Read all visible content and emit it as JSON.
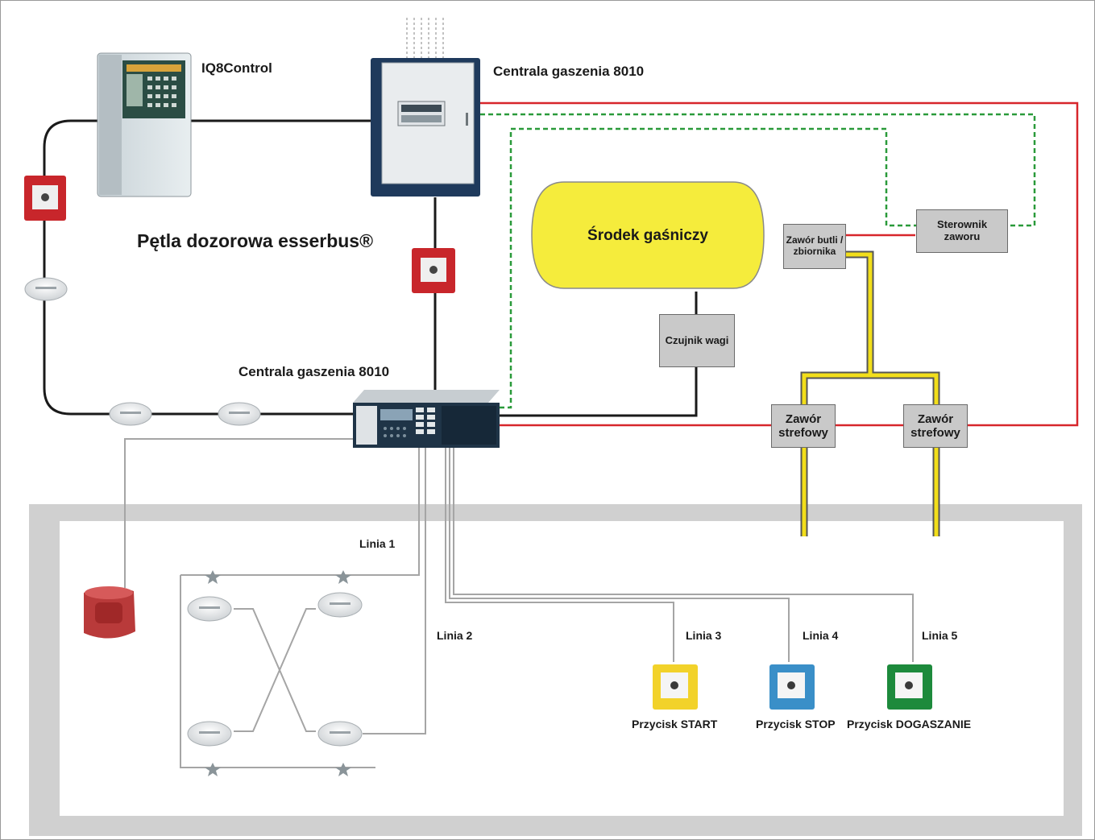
{
  "labels": {
    "iq8control": "IQ8Control",
    "centrala_top": "Centrala gaszenia 8010",
    "centrala_bottom": "Centrala gaszenia 8010",
    "petla": "Pętla dozorowa esserbus®",
    "srodek": "Środek gaśniczy",
    "zawor_butli": "Zawór butli / zbiornika",
    "sterownik": "Sterownik zaworu",
    "czujnik_wagi": "Czujnik wagi",
    "zawor_strefowy_1": "Zawór strefowy",
    "zawor_strefowy_2": "Zawór strefowy",
    "linia_1": "Linia 1",
    "linia_2": "Linia 2",
    "linia_3": "Linia 3",
    "linia_4": "Linia 4",
    "linia_5": "Linia 5",
    "przycisk_start": "Przycisk START",
    "przycisk_stop": "Przycisk STOP",
    "przycisk_dogaszanie": "Przycisk DOGASZANIE"
  },
  "colors": {
    "loop_line": "#1a1a1a",
    "signal_red": "#d7262b",
    "control_green_dashed": "#2a9a3a",
    "pipe_yellow": "#f2de1a",
    "agent_yellow": "#f5ec3c",
    "protected_zone": "#cfcfcf",
    "start_button": "#f2d22a",
    "stop_button": "#3a8fc8",
    "dogaszanie_button": "#1d8a3c",
    "manual_call_point": "#c8262b"
  }
}
